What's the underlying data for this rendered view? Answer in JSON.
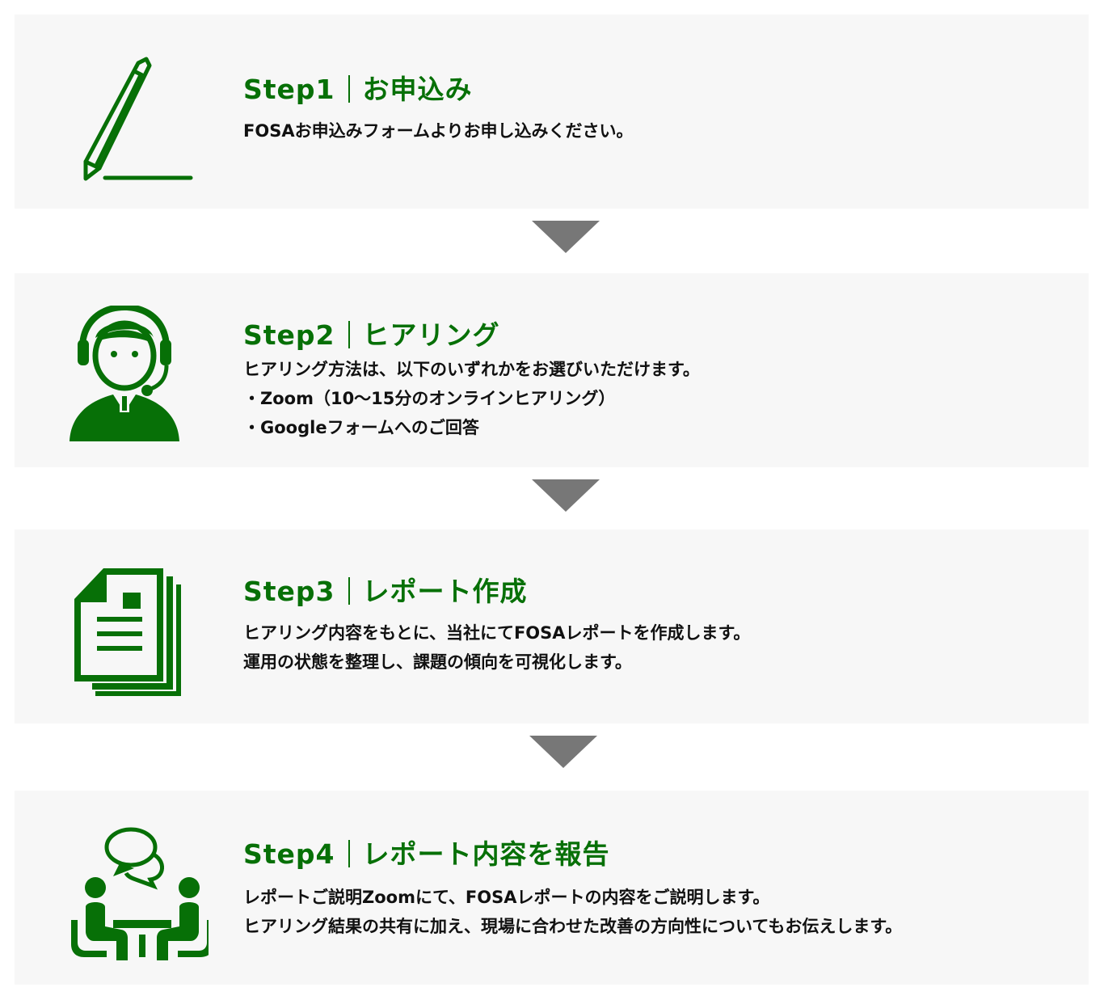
{
  "colors": {
    "accent": "#077007",
    "panel": "#f7f7f7",
    "arrow": "#777777"
  },
  "steps": [
    {
      "step": "Step1",
      "title": "お申込み",
      "icon": "pencil-icon",
      "lines": [
        "FOSAお申込みフォームよりお申し込みください。"
      ]
    },
    {
      "step": "Step2",
      "title": "ヒアリング",
      "icon": "headset-operator-icon",
      "lines": [
        "ヒアリング方法は、以下のいずれかをお選びいただけます。",
        "・Zoom（10〜15分のオンラインヒアリング）",
        "・Googleフォームへのご回答"
      ]
    },
    {
      "step": "Step3",
      "title": "レポート作成",
      "icon": "document-icon",
      "lines": [
        "ヒアリング内容をもとに、当社にてFOSAレポートを作成します。",
        "運用の状態を整理し、課題の傾向を可視化します。"
      ]
    },
    {
      "step": "Step4",
      "title": "レポート内容を報告",
      "icon": "meeting-icon",
      "lines": [
        "レポートご説明Zoomにて、FOSAレポートの内容をご説明します。",
        "ヒアリング結果の共有に加え、現場に合わせた改善の方向性についてもお伝えします。"
      ]
    }
  ]
}
